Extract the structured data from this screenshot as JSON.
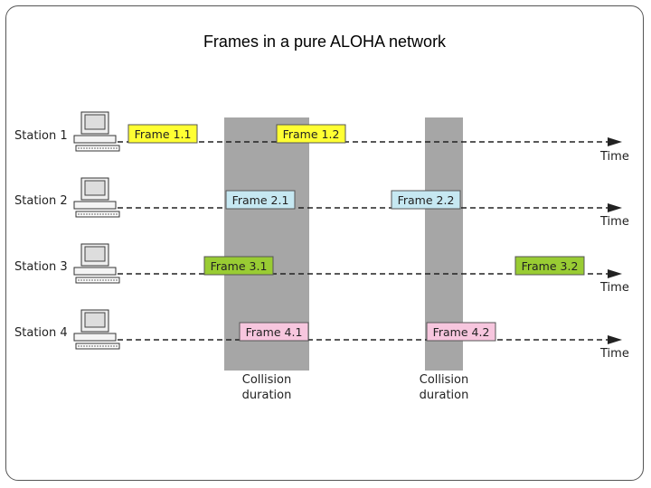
{
  "title": "Frames in a pure ALOHA network",
  "time_label": "Time",
  "collision_label_line1": "Collision",
  "collision_label_line2": "duration",
  "stations": [
    {
      "label": "Station 1",
      "frames": [
        {
          "label": "Frame 1.1",
          "color": "#ffff33"
        },
        {
          "label": "Frame 1.2",
          "color": "#ffff33"
        }
      ]
    },
    {
      "label": "Station 2",
      "frames": [
        {
          "label": "Frame 2.1",
          "color": "#c6e8f2"
        },
        {
          "label": "Frame 2.2",
          "color": "#c6e8f2"
        }
      ]
    },
    {
      "label": "Station 3",
      "frames": [
        {
          "label": "Frame 3.1",
          "color": "#99cc33"
        },
        {
          "label": "Frame 3.2",
          "color": "#99cc33"
        }
      ]
    },
    {
      "label": "Station 4",
      "frames": [
        {
          "label": "Frame 4.1",
          "color": "#f7c6de"
        },
        {
          "label": "Frame 4.2",
          "color": "#f7c6de"
        }
      ]
    }
  ],
  "colors": {
    "collision_band": "#a6a6a6",
    "timeline": "#222222",
    "frame_border": "#555555"
  },
  "icons": [
    "computer-icon"
  ]
}
